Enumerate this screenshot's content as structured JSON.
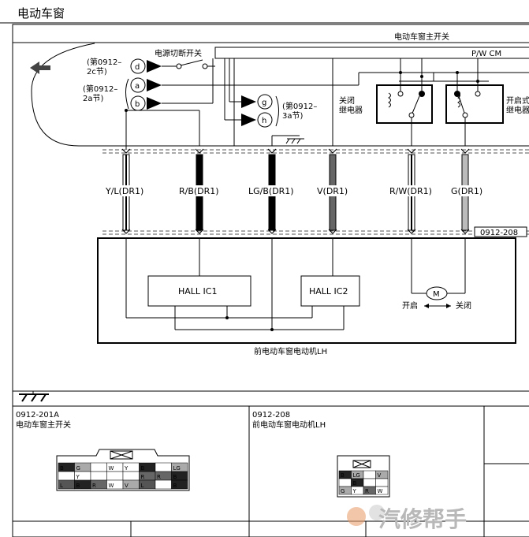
{
  "title": "电动车窗",
  "main_switch_label": "电动车窗主开关",
  "pw_cm_label": "P/W CM",
  "power_cutoff_label": "电源切断开关",
  "ref_d": "(第0912–\n2c节)",
  "ref_ab": "(第0912–\n2a节)",
  "ref_gh": "(第0912–\n3a节)",
  "connector_d": "d",
  "connector_a": "a",
  "connector_b": "b",
  "connector_g": "g",
  "connector_h": "h",
  "relay_close_label": "关闭\n继电器",
  "relay_open_label": "开启式\n继电器",
  "wires": [
    {
      "label": "Y/L(DR1)"
    },
    {
      "label": "R/B(DR1)"
    },
    {
      "label": "LG/B(DR1)"
    },
    {
      "label": "V(DR1)"
    },
    {
      "label": "R/W(DR1)"
    },
    {
      "label": "G(DR1)"
    }
  ],
  "connector_code": "0912-208",
  "hall_ic1": "HALL IC1",
  "hall_ic2": "HALL IC2",
  "motor_symbol": "M",
  "motor_open": "开启",
  "motor_close": "关闭",
  "motor_caption": "前电动车窗电动机LH",
  "connector_tables": [
    {
      "code": "0912-201A",
      "name": "电动车窗主开关"
    },
    {
      "code": "0912-208",
      "name": "前电动车窗电动机LH"
    }
  ],
  "pin_201A_top": [
    "B",
    "G",
    "",
    "W",
    "Y",
    "B",
    "",
    "LG"
  ],
  "pin_201A_top2": [
    "",
    "Y",
    "",
    "",
    "",
    "R",
    "R",
    "B"
  ],
  "pin_201A_bot": [
    "L",
    "B",
    "R",
    "W",
    "V",
    "L",
    "",
    "B"
  ],
  "pin_208_top": [
    "B",
    "LG",
    "",
    "V"
  ],
  "pin_208_mid": [
    "",
    "B",
    "",
    ""
  ],
  "pin_208_bot": [
    "G",
    "Y",
    "R",
    "W"
  ],
  "watermark": "汽修帮手",
  "colors": {
    "line": "#000000",
    "dash": "#555555",
    "watermark": "#b8b8b8",
    "logo": "#e8a070"
  }
}
